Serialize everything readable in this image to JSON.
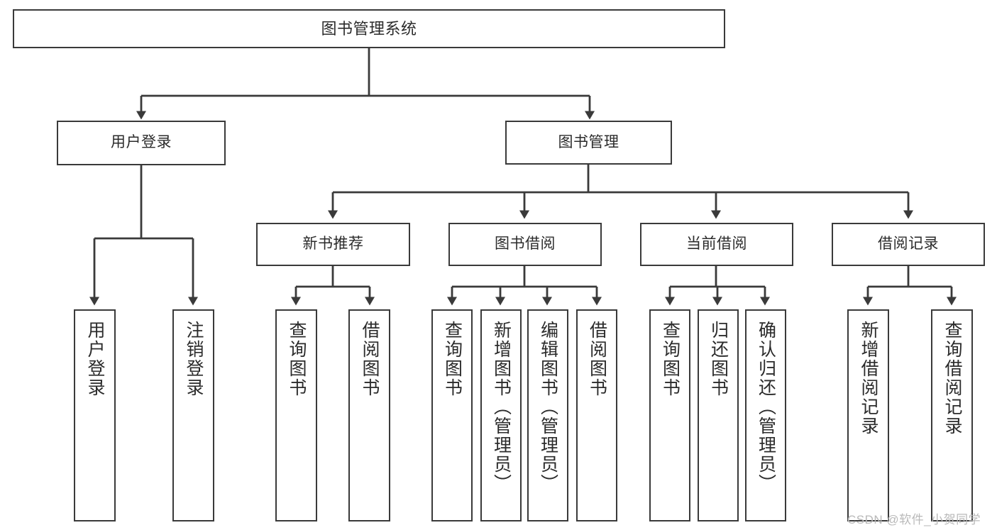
{
  "diagram": {
    "title": "图书管理系统",
    "orientation": "top-down tree",
    "root": {
      "label": "图书管理系统"
    },
    "level1": [
      {
        "label": "用户登录"
      },
      {
        "label": "图书管理"
      }
    ],
    "level2": [
      {
        "label": "新书推荐"
      },
      {
        "label": "图书借阅"
      },
      {
        "label": "当前借阅"
      },
      {
        "label": "借阅记录"
      }
    ],
    "leaves": {
      "user_login": [
        {
          "label": "用户登录"
        },
        {
          "label": "注销登录"
        }
      ],
      "new_book_recommend": [
        {
          "label": "查询图书"
        },
        {
          "label": "借阅图书"
        }
      ],
      "book_borrow": [
        {
          "label": "查询图书"
        },
        {
          "label": "新增图书（管理员）"
        },
        {
          "label": "编辑图书（管理员）"
        },
        {
          "label": "借阅图书"
        }
      ],
      "current_borrow": [
        {
          "label": "查询图书"
        },
        {
          "label": "归还图书"
        },
        {
          "label": "确认归还（管理员）"
        }
      ],
      "borrow_record": [
        {
          "label": "新增借阅记录"
        },
        {
          "label": "查询借阅记录"
        }
      ]
    }
  },
  "watermark": {
    "text": "CSDN @软件_小贺同学"
  },
  "colors": {
    "stroke": "#3a3a3a",
    "text": "#2b2b2b",
    "background": "#ffffff",
    "watermark": "#b9b9b9"
  }
}
